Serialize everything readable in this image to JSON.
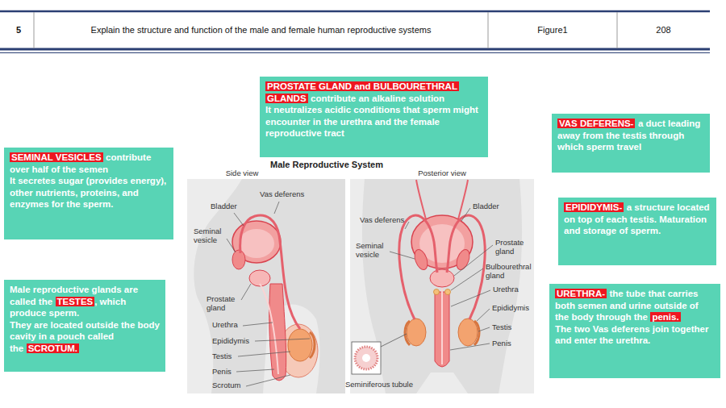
{
  "diagram": {
    "title": "Male Reproductive System",
    "nodes": [
      {
        "text": [
          "PROSTATE GLAND and BULBOURETHRAL GLANDS",
          "contribute an alkaline solution",
          "It neutralizes acidic conditions that sperm might encounter in the urethra and the female reproductive tract"
        ]
      },
      {
        "text": [
          "VAS DEFERENS-",
          "a duct leading away from the testis through which sperm travel"
        ]
      },
      {
        "text": [
          "SEMINAL VESICLES",
          "contribute over half of the semen",
          "It secretes sugar (provides energy), other nutrients, proteins, and enzymes for the sperm."
        ]
      },
      {
        "text": [
          "EPIDIDYMIS-",
          "a structure located on top of each testis. Maturation and storage of sperm."
        ]
      },
      {
        "text": [
          "Male reproductive glands are called the",
          "TESTES",
          ", which produce sperm.",
          "They are located outside the body cavity in a pouch called the",
          "SCROTUM."
        ]
      },
      {
        "text": [
          "URETHRA-",
          "the tube that carries both semen and urine outside of the body through the",
          "penis.",
          "The two Vas deferens join together and enter the urethra."
        ]
      }
    ],
    "labels": [
      "5",
      "Explain the structure and function of the male and female human reproductive systems",
      "Figure1",
      "208",
      "Side view",
      "Posterior view",
      "Vas deferens",
      "Bladder",
      "Seminal vesicle",
      "Prostate gland",
      "Urethra",
      "Epididymis",
      "Testis",
      "Penis",
      "Scrotum",
      "Bladder",
      "Vas deferens",
      "Seminal vesicle",
      "Prostate gland",
      "Bulbourethral gland",
      "Urethra",
      "Epididymis",
      "Testis",
      "Penis",
      "Seminiferous tubule"
    ]
  }
}
